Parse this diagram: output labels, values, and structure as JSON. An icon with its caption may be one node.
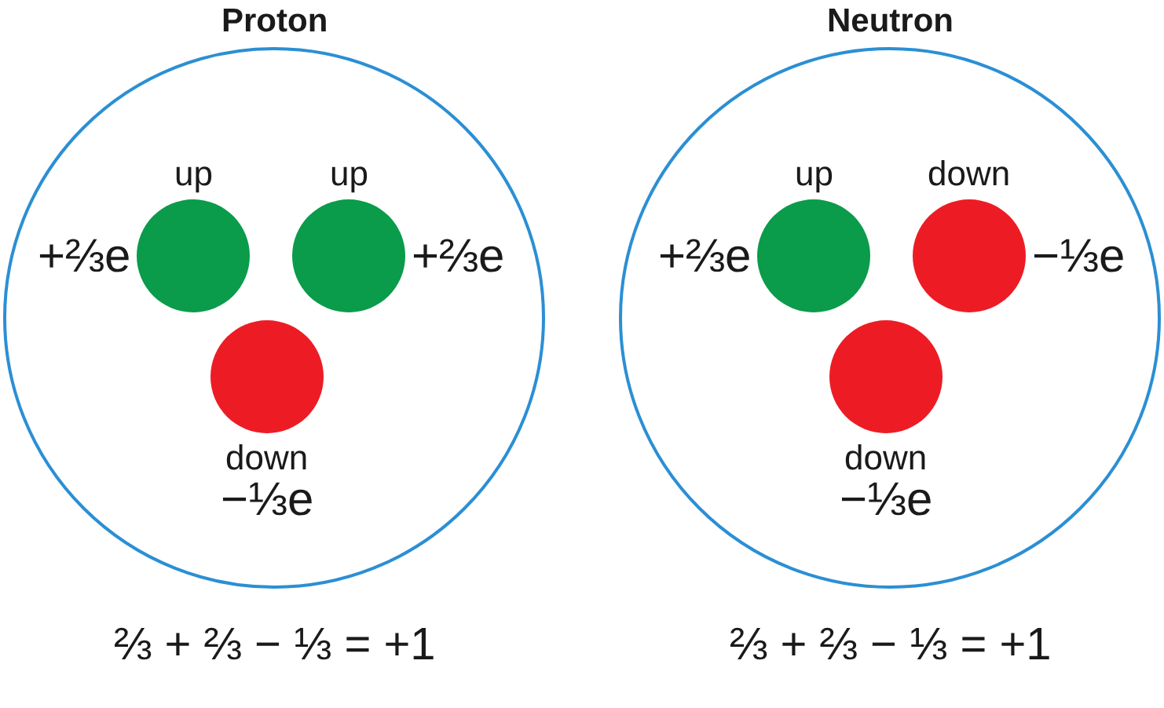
{
  "diagram": {
    "nodes": [
      {
        "text": [
          "Proton"
        ],
        "beside": [
          "⅔ + ⅔ − ⅓ = +1"
        ]
      },
      {
        "text": [
          "up"
        ],
        "beside": [
          "+⅔e"
        ],
        "in": 0
      },
      {
        "text": [
          "up"
        ],
        "beside": [
          "+⅔e"
        ],
        "in": 0
      },
      {
        "text": [
          "down"
        ],
        "beside": [
          "−⅓e"
        ],
        "in": 0
      },
      {
        "text": [
          "Neutron"
        ],
        "beside": [
          "⅔ + ⅔ − ⅓ = +1"
        ]
      },
      {
        "text": [
          "up"
        ],
        "beside": [
          "+⅔e"
        ],
        "in": 4
      },
      {
        "text": [
          "down"
        ],
        "beside": [
          "−⅓e"
        ],
        "in": 4
      },
      {
        "text": [
          "down"
        ],
        "beside": [
          "−⅓e"
        ],
        "in": 4
      }
    ]
  }
}
